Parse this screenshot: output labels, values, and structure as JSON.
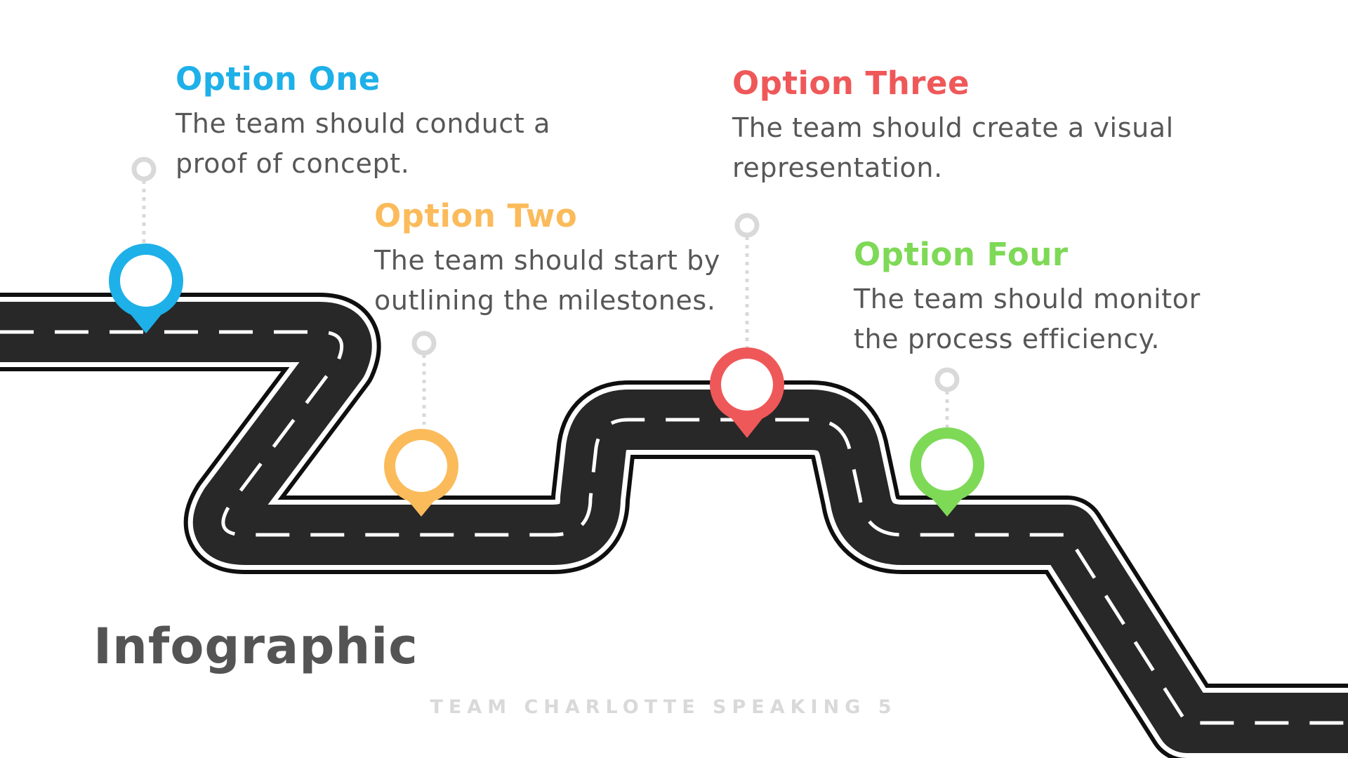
{
  "title": "Infographic",
  "footer": "TEAM CHARLOTTE SPEAKING 5",
  "colors": {
    "option_one": "#1eb0e8",
    "option_two": "#fbbb5b",
    "option_three": "#ef5859",
    "option_four": "#7ed957",
    "road": "#282828",
    "connector": "#d9d9d9"
  },
  "options": [
    {
      "title": "Option One",
      "line1": "The team should conduct a",
      "line2": "proof of concept.",
      "marker_icon": "location-pin-icon"
    },
    {
      "title": "Option Two",
      "line1": "The team should start by",
      "line2": "outlining the milestones.",
      "marker_icon": "location-pin-icon"
    },
    {
      "title": "Option Three",
      "line1": "The team should create a visual",
      "line2": "representation.",
      "marker_icon": "location-pin-icon"
    },
    {
      "title": "Option Four",
      "line1": "The team should monitor",
      "line2": "the process efficiency.",
      "marker_icon": "location-pin-icon"
    }
  ]
}
